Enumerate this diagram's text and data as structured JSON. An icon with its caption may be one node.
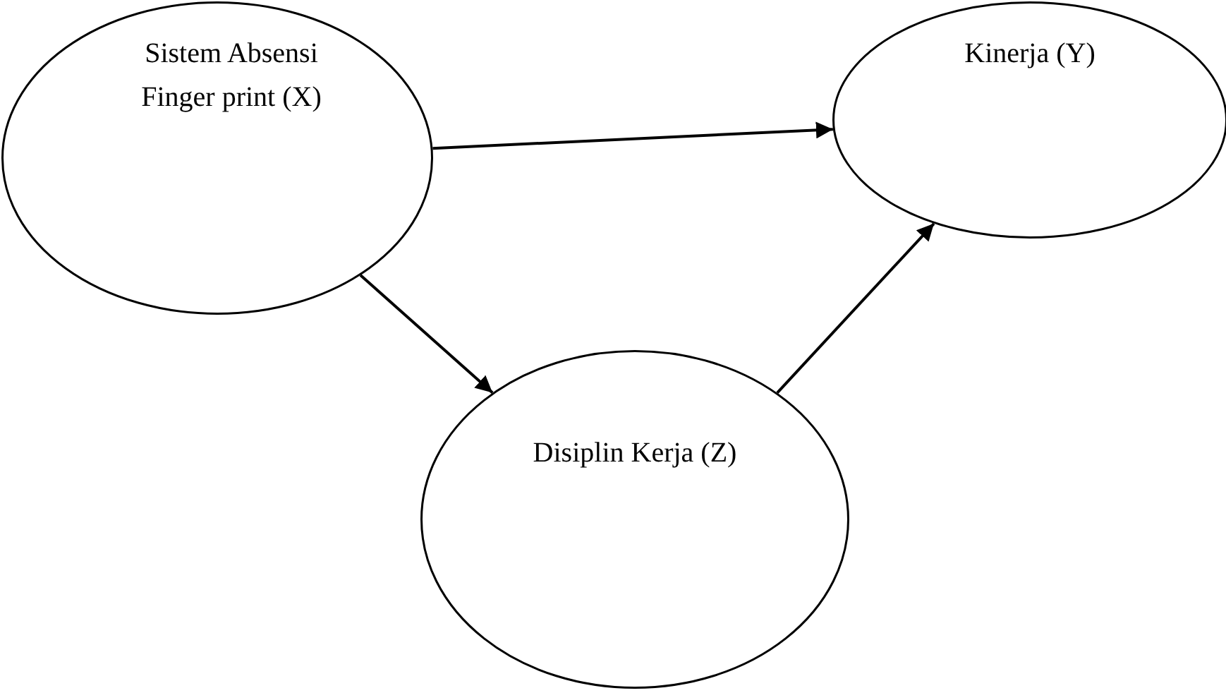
{
  "diagram": {
    "nodes": [
      {
        "text": [
          "Sistem Absensi Finger print (X)"
        ]
      },
      {
        "text": [
          "Kinerja (Y)"
        ]
      },
      {
        "text": [
          "Disiplin Kerja (Z)"
        ]
      }
    ],
    "edges": [
      {
        "from": 0,
        "to": 1,
        "arrow": "to"
      },
      {
        "from": 0,
        "to": 2,
        "arrow": "to"
      },
      {
        "from": 2,
        "to": 1,
        "arrow": "to"
      }
    ]
  }
}
